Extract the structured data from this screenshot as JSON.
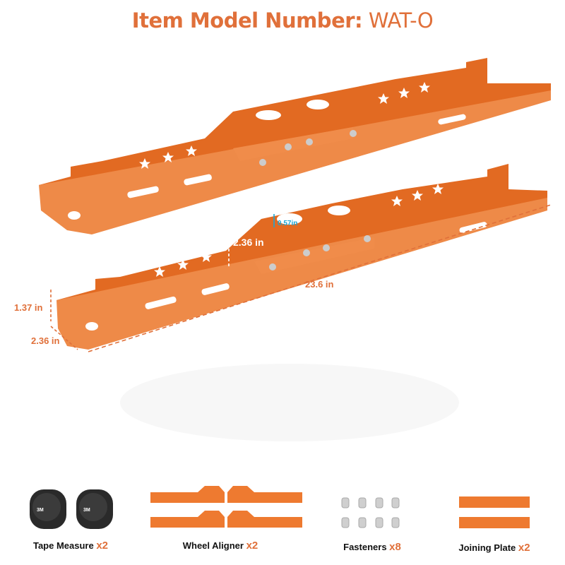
{
  "header": {
    "title_label": "Item Model Number:",
    "model_number": "WAT-O"
  },
  "dimensions": {
    "length": "23.6 in",
    "height": "1.37 in",
    "width": "2.36 in",
    "wall_height": "2.36 in",
    "slot_height": "0.57in"
  },
  "items": [
    {
      "name": "Tape Measure",
      "qty": "x2"
    },
    {
      "name": "Wheel Aligner",
      "qty": "x2"
    },
    {
      "name": "Fasteners",
      "qty": "x8"
    },
    {
      "name": "Joining Plate",
      "qty": "x2"
    }
  ],
  "tape_logo": "3M",
  "colors": {
    "accent": "#E0703A",
    "metal": "#E8732A",
    "dim_cyan": "#1aa6d6"
  }
}
